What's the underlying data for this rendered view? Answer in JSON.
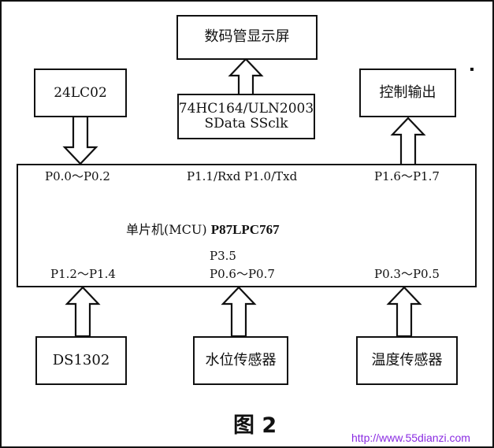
{
  "diagram": {
    "blocks": {
      "display": "数码管显示屏",
      "driver_line1": "74HC164/ULN2003",
      "driver_line2": "SData SSclk",
      "eeprom": "24LC02",
      "control_output": "控制输出",
      "mcu_prefix": "单片机(MCU)",
      "mcu_model": "P87LPC767",
      "rtc": "DS1302",
      "water_sensor": "水位传感器",
      "temp_sensor": "温度传感器"
    },
    "ports": {
      "top_left": "P0.0～P0.2",
      "top_middle": "P1.1/Rxd P1.0/Txd",
      "top_right": "P1.6～P1.7",
      "bottom_left": "P1.2～P1.4",
      "bottom_middle_line1": "P3.5",
      "bottom_middle_line2": "P0.6～P0.7",
      "bottom_right": "P0.3～P0.5"
    },
    "caption": "图 2",
    "watermark": "http://www.55dianzi.com"
  }
}
